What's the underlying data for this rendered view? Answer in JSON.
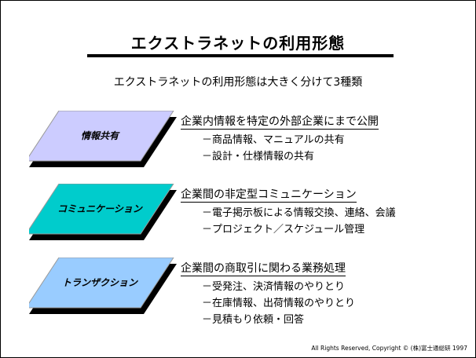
{
  "title": "エクストラネットの利用形態",
  "subtitle": "エクストラネットの利用形態は大きく分けて3種類",
  "sections": [
    {
      "label": "情報共有",
      "color": "#ccccff",
      "heading": "企業内情報を特定の外部企業にまで公開",
      "bullets": [
        "－商品情報、マニュアルの共有",
        "－設計・仕様情報の共有"
      ]
    },
    {
      "label": "コミュニケーション",
      "color": "#00cccc",
      "heading": "企業間の非定型コミュニケーション",
      "bullets": [
        "－電子掲示板による情報交換、連絡、会議",
        "－プロジェクト／スケジュール管理"
      ]
    },
    {
      "label": "トランザクション",
      "color": "#99ccff",
      "heading": "企業間の商取引に関わる業務処理",
      "bullets": [
        "－受発注、決済情報のやりとり",
        "－在庫情報、出荷情報のやりとり",
        "－見積もり依頼・回答"
      ]
    }
  ],
  "footer": "All Rights Reserved, Copyright © (株)富士通総研 1997"
}
